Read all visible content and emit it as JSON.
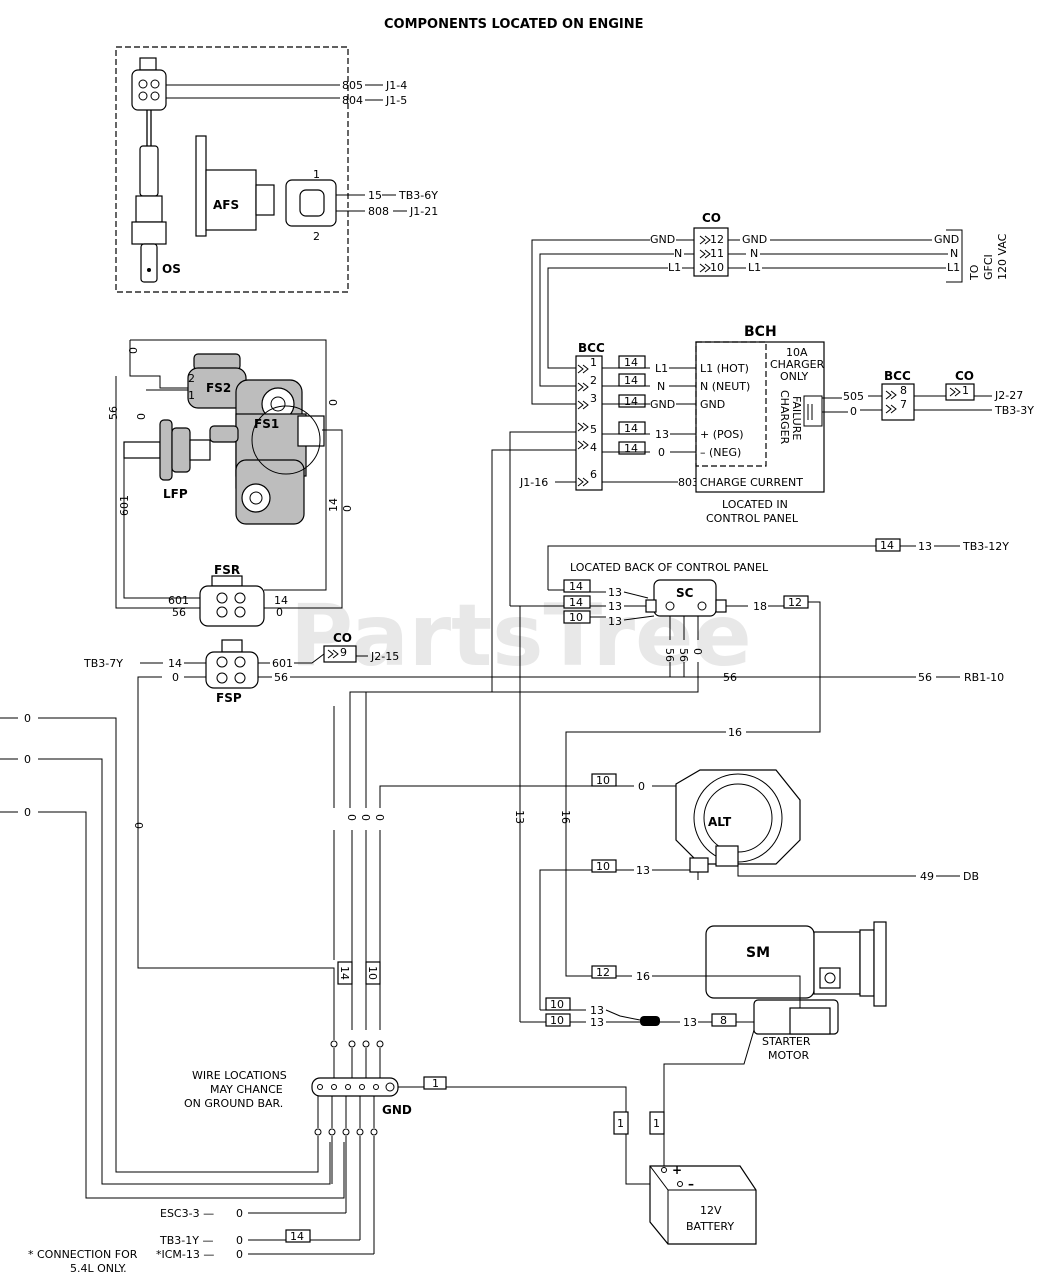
{
  "title": "COMPONENTS LOCATED ON ENGINE",
  "watermark": "PartsTree",
  "components": {
    "os": "OS",
    "afs": "AFS",
    "fs2": "FS2",
    "fs1": "FS1",
    "lfp": "LFP",
    "fsr": "FSR",
    "fsp": "FSP",
    "co": "CO",
    "bcc": "BCC",
    "bch": "BCH",
    "sc": "SC",
    "alt": "ALT",
    "sm": "SM",
    "gnd": "GND",
    "starter_motor_1": "STARTER",
    "starter_motor_2": "MOTOR",
    "battery_1": "12V",
    "battery_2": "BATTERY"
  },
  "os_wires": {
    "w805": "805",
    "j1_4": "J1-4",
    "w804": "804",
    "j1_5": "J1-5"
  },
  "afs_wires": {
    "pin1": "1",
    "pin2": "2",
    "w15": "15",
    "tb3_6y": "TB3-6Y",
    "w808": "808",
    "j1_21": "J1-21"
  },
  "co_top": {
    "p12": "12",
    "p11": "11",
    "p10": "10",
    "gnd_l": "GND",
    "n_l": "N",
    "l1_l": "L1",
    "gnd_r": "GND",
    "n_r": "N",
    "l1_r": "L1",
    "gnd_e": "GND",
    "n_e": "N",
    "l1_e": "L1",
    "to": "TO",
    "gfci": "GFCI",
    "vac": "120 VAC"
  },
  "bch": {
    "p1": "1",
    "p2": "2",
    "p3": "3",
    "p5": "5",
    "p4": "4",
    "p6": "6",
    "g14a": "14",
    "g14b": "14",
    "g14c": "14",
    "g14d": "14",
    "g14e": "14",
    "l1": "L1",
    "n": "N",
    "gnd": "GND",
    "w13": "13",
    "w0": "0",
    "w803": "803",
    "j1_16": "J1-16",
    "l1_hot": "L1 (HOT)",
    "n_neut": "N (NEUT)",
    "gnd_t": "GND",
    "pos": "+ (POS)",
    "neg": "– (NEG)",
    "charge_current": "CHARGE CURRENT",
    "cap_1": "10A",
    "cap_2": "CHARGER",
    "cap_3": "ONLY",
    "fail_1": "CHARGER",
    "fail_2": "FAILURE",
    "located_1": "LOCATED IN",
    "located_2": "CONTROL PANEL"
  },
  "bcc_right": {
    "p8": "8",
    "p7": "7",
    "co_p1": "1",
    "w505": "505",
    "w0": "0",
    "j2_27": "J2-27",
    "tb3_3y": "TB3-3Y"
  },
  "fuel": {
    "w0_top": "0",
    "fs2_p2": "2",
    "fs2_p1": "1",
    "w56": "56",
    "w0_mid": "0",
    "w0_right": "0",
    "w601": "601",
    "w14": "14",
    "w0_r2": "0"
  },
  "fsr": {
    "w601": "601",
    "w56": "56",
    "w14": "14",
    "w0": "0"
  },
  "fsp": {
    "tb3_7y": "TB3-7Y",
    "w14": "14",
    "w0": "0",
    "w601": "601",
    "w56": "56",
    "co_p9": "9",
    "j2_15": "J2-15"
  },
  "sc": {
    "g14_top": "14",
    "w13_top": "13",
    "tb3_12y": "TB3-12Y",
    "located": "LOCATED BACK OF CONTROL PANEL",
    "g14a": "14",
    "g14b": "14",
    "g10": "10",
    "w13a": "13",
    "w13b": "13",
    "w13c": "13",
    "w18": "18",
    "g12": "12",
    "v56a": "56",
    "v56b": "56",
    "v0": "0",
    "w56_mid": "56",
    "w56_end": "56",
    "rb1_10": "RB1-10"
  },
  "left_wires": {
    "a": "0",
    "b": "0",
    "c": "0",
    "v0": "0"
  },
  "alt": {
    "w16": "16",
    "g10a": "10",
    "w0": "0",
    "v13": "13",
    "v16": "16",
    "v0a": "0",
    "v0b": "0",
    "v0c": "0",
    "g10b": "10",
    "w13": "13",
    "w49": "49",
    "db": "DB"
  },
  "starter": {
    "g14": "14",
    "g10v": "10",
    "g12": "12",
    "w16": "16",
    "g10a": "10",
    "g10b": "10",
    "w13a": "13",
    "w13b": "13",
    "w13c": "13",
    "g8": "8"
  },
  "ground": {
    "note_1": "WIRE LOCATIONS",
    "note_2": "MAY CHANCE",
    "note_3": "ON GROUND BAR.",
    "g1a": "1",
    "g1b": "1",
    "g1c": "1",
    "plus": "+",
    "minus": "–"
  },
  "bottom": {
    "esc3_3": "ESC3-3 —",
    "w0a": "0",
    "tb3_1y": "TB3-1Y —",
    "w0b": "0",
    "g14": "14",
    "icm_13": "*ICM-13 —",
    "w0c": "0",
    "note_1": "* CONNECTION FOR",
    "note_2": "5.4L ONLY."
  }
}
